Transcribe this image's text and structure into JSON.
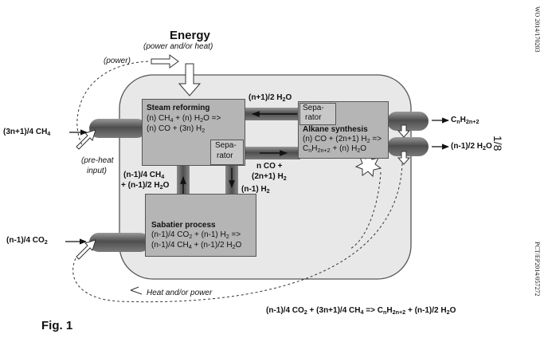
{
  "energy": {
    "title": "Energy",
    "subtitle": "(power and/or heat)",
    "power": "(power)"
  },
  "inputs": {
    "ch4": "(3n+1)/4 CH",
    "ch4_sub": "4",
    "preheat_1": "(pre-heat",
    "preheat_2": "input)",
    "co2": "(n-1)/4  CO",
    "co2_sub": "2"
  },
  "steam_reforming": {
    "title": "Steam reforming",
    "line1": [
      "(n) CH",
      "4",
      " + (n) H",
      "2",
      "O =>"
    ],
    "line2": [
      "(n) CO + (3n) H",
      "2"
    ],
    "separator_1": "Sepa-",
    "separator_2": "rator"
  },
  "alkane_synthesis": {
    "separator_1": "Sepa-",
    "separator_2": "rator",
    "title": "Alkane synthesis",
    "line1": [
      "(n) CO + (2n+1) H",
      "2",
      " =>"
    ],
    "line2": [
      "C",
      "n",
      "H",
      "2n+2",
      " + (n) H",
      "2",
      "O"
    ]
  },
  "sabatier": {
    "title": "Sabatier process",
    "line1": [
      "(n-1)/4 CO",
      "2",
      " + (n-1) H",
      "2",
      " =>"
    ],
    "line2": [
      "(n-1)/4 CH",
      "4",
      " + (n-1)/2 H",
      "2",
      "O"
    ]
  },
  "flows": {
    "water_top": [
      "(n+1)/2 H",
      "2",
      "O"
    ],
    "co_h2_1": "n CO +",
    "co_h2_2": [
      "(2n+1) H",
      "2"
    ],
    "ch4_water_1": [
      "(n-1)/4 CH",
      "4"
    ],
    "ch4_water_2": [
      "+ (n-1)/2 H",
      "2",
      "O"
    ],
    "h2_down": [
      "(n-1) H",
      "2"
    ]
  },
  "outputs": {
    "alkane": [
      "C",
      "n",
      "H",
      "2n+2"
    ],
    "water": [
      "(n-1)/2  H",
      "2",
      "O"
    ]
  },
  "heat_power": "Heat and/or power",
  "overall": [
    "(n-1)/4 CO",
    "2",
    " + (3n+1)/4 CH",
    "4",
    " => C",
    "n",
    "H",
    "2n+2",
    " + (n-1)/2 H",
    "2",
    "O"
  ],
  "figure_label": "Fig. 1",
  "page_number": "1/8",
  "side_top": "WO 2014/170203",
  "side_bottom": "PCT/EP2014/057272"
}
